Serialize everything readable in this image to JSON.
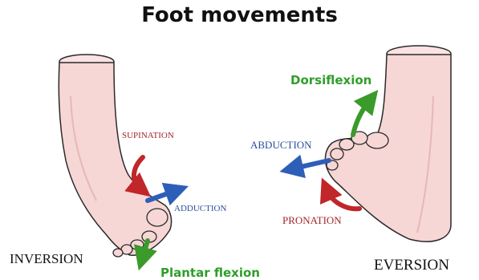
{
  "title": "Foot movements",
  "left_foot": {
    "caption": "INVERSION",
    "movements": {
      "supination": "SUPINATION",
      "adduction": "ADDUCTION",
      "plantar_flexion": "Plantar flexion"
    }
  },
  "right_foot": {
    "caption": "EVERSION",
    "movements": {
      "dorsiflexion": "Dorsiflexion",
      "abduction": "ABDUCTION",
      "pronation": "PRONATION"
    }
  },
  "colors": {
    "skin": "#f7d6d6",
    "outline": "#2a2a2a",
    "red_arrow": "#c0262a",
    "blue_arrow": "#2d5fb8",
    "green_arrow": "#3a9a2a",
    "red_text": "#a3262a",
    "blue_text": "#2d4f9a",
    "green_text": "#2e9e2a"
  }
}
